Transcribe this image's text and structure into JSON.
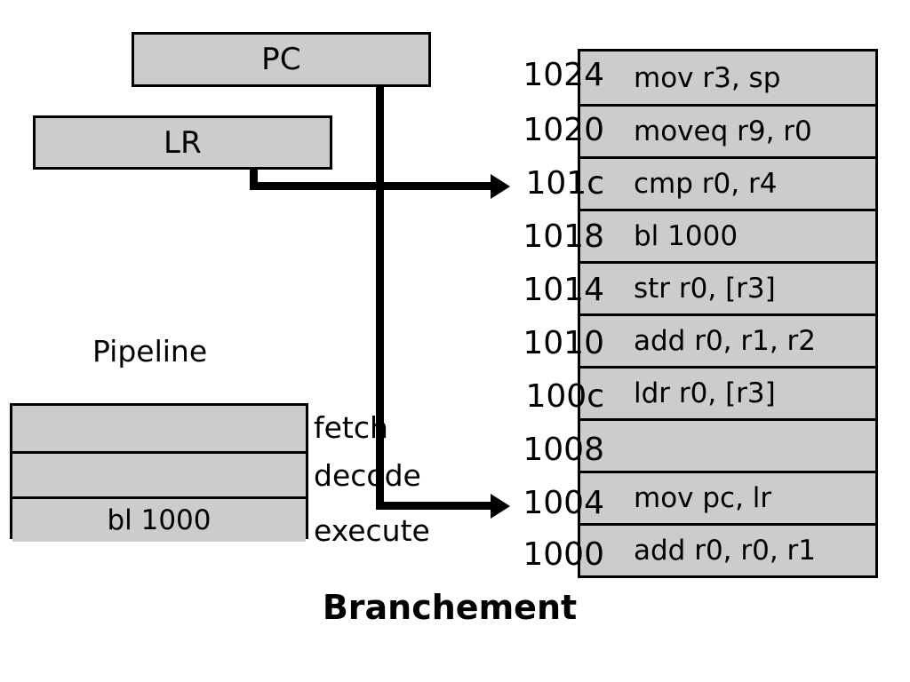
{
  "caption": "Branchement",
  "registers": [
    {
      "name": "PC",
      "label": "PC"
    },
    {
      "name": "LR",
      "label": "LR"
    }
  ],
  "pipeline": {
    "title": "Pipeline",
    "stages": [
      {
        "label": "fetch",
        "content": ""
      },
      {
        "label": "decode",
        "content": ""
      },
      {
        "label": "execute",
        "content": "bl 1000"
      }
    ]
  },
  "memory": {
    "rows": [
      {
        "address": "1024",
        "instruction": "mov r3, sp"
      },
      {
        "address": "1020",
        "instruction": "moveq r9, r0"
      },
      {
        "address": "101c",
        "instruction": "cmp r0, r4"
      },
      {
        "address": "1018",
        "instruction": "bl 1000"
      },
      {
        "address": "1014",
        "instruction": "str r0, [r3]"
      },
      {
        "address": "1010",
        "instruction": "add r0, r1, r2"
      },
      {
        "address": "100c",
        "instruction": "ldr r0, [r3]"
      },
      {
        "address": "1008",
        "instruction": ""
      },
      {
        "address": "1004",
        "instruction": "mov pc, lr"
      },
      {
        "address": "1000",
        "instruction": "add r0, r0, r1"
      }
    ]
  },
  "arrows": [
    {
      "name": "lr-to-101c",
      "from": "LR",
      "to": "101c"
    },
    {
      "name": "pc-to-1004",
      "from": "PC",
      "to": "1004"
    }
  ],
  "colors": {
    "box_fill": "#cccccc",
    "stroke": "#000000",
    "background": "#ffffff"
  }
}
